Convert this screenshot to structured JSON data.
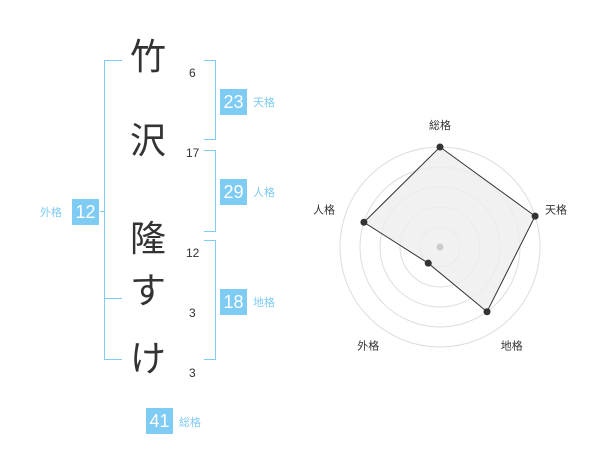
{
  "name": {
    "chars": [
      {
        "char": "竹",
        "strokes": "6"
      },
      {
        "char": "沢",
        "strokes": "17"
      },
      {
        "char": "隆",
        "strokes": "12"
      },
      {
        "char": "す",
        "strokes": "3"
      },
      {
        "char": "け",
        "strokes": "3"
      }
    ]
  },
  "fortune": {
    "tenkaku": {
      "value": "23",
      "label": "天格"
    },
    "jinkaku": {
      "value": "29",
      "label": "人格"
    },
    "chikaku": {
      "value": "18",
      "label": "地格"
    },
    "gaikaku": {
      "value": "12",
      "label": "外格"
    },
    "soukaku": {
      "value": "41",
      "label": "総格"
    }
  },
  "colors": {
    "accent": "#7ecbf4",
    "text": "#333333",
    "grid": "#dddddd",
    "fill": "#eeeeee"
  },
  "chart_data": {
    "type": "radar",
    "axes": [
      "総格",
      "天格",
      "地格",
      "外格",
      "人格"
    ],
    "values": [
      5,
      5,
      4,
      1,
      4
    ],
    "max": 5,
    "grid_levels": 5
  }
}
